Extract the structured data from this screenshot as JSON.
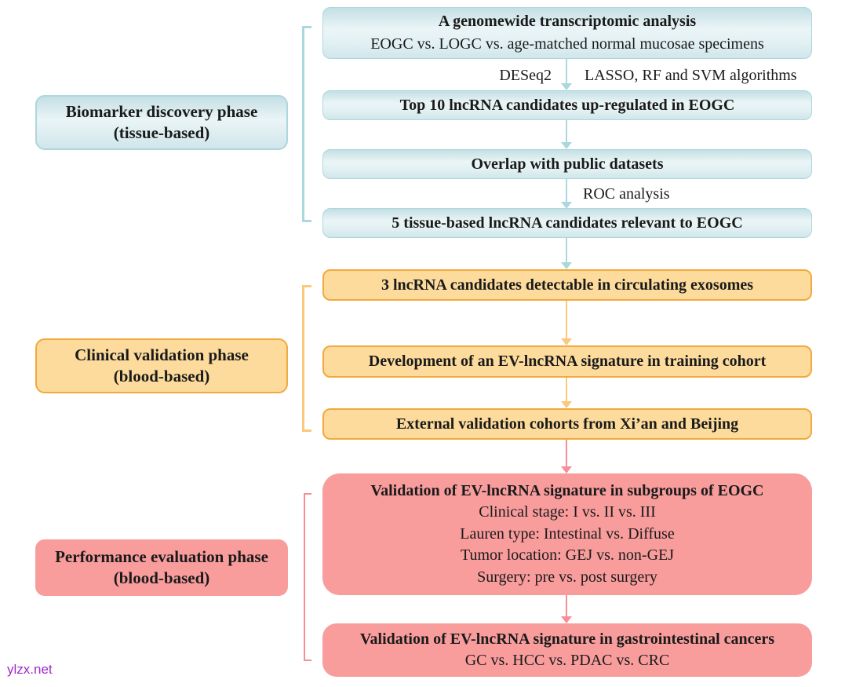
{
  "watermark": "ylzx.net",
  "phases": [
    {
      "line1": "Biomarker discovery phase",
      "line2": "(tissue-based)"
    },
    {
      "line1": "Clinical validation phase",
      "line2": "(blood-based)"
    },
    {
      "line1": "Performance evaluation phase",
      "line2": "(blood-based)"
    }
  ],
  "flow": {
    "box1": {
      "title": "A genomewide transcriptomic analysis",
      "subtitle": "EOGC vs. LOGC vs. age-matched normal mucosae specimens"
    },
    "box2": {
      "text": "Top 10 lncRNA candidates up-regulated in EOGC"
    },
    "box3": {
      "text": "Overlap with public datasets"
    },
    "box4": {
      "text": "5 tissue-based lncRNA candidates relevant to EOGC"
    },
    "box5": {
      "text": "3 lncRNA candidates detectable in circulating exosomes"
    },
    "box6": {
      "text": "Development of an EV-lncRNA signature in training cohort"
    },
    "box7": {
      "text": "External validation cohorts from Xi’an and Beijing"
    },
    "box8": {
      "title": "Validation of EV-lncRNA signature in subgroups of EOGC",
      "lines": [
        "Clinical stage: I vs. II vs. III",
        "Lauren type: Intestinal vs. Diffuse",
        "Tumor location: GEJ vs. non-GEJ",
        "Surgery: pre vs. post surgery"
      ]
    },
    "box9": {
      "title": "Validation of EV-lncRNA signature in gastrointestinal cancers",
      "subtitle": "GC vs. HCC vs. PDAC vs. CRC"
    }
  },
  "arrow_labels": {
    "deseq2": "DESeq2",
    "lasso": "LASSO, RF and SVM algorithms",
    "roc": "ROC analysis"
  },
  "colors": {
    "teal_fill": "#ddeef1",
    "teal_border": "#aed6dd",
    "teal_accent": "#abd7de",
    "orange_fill": "#fcdb9c",
    "orange_border": "#f2a93d",
    "orange_accent": "#fbc87c",
    "red_fill": "#f89c9c",
    "pink_accent": "#f78f98",
    "text": "#1a1a1a",
    "watermark": "#a128c9"
  }
}
